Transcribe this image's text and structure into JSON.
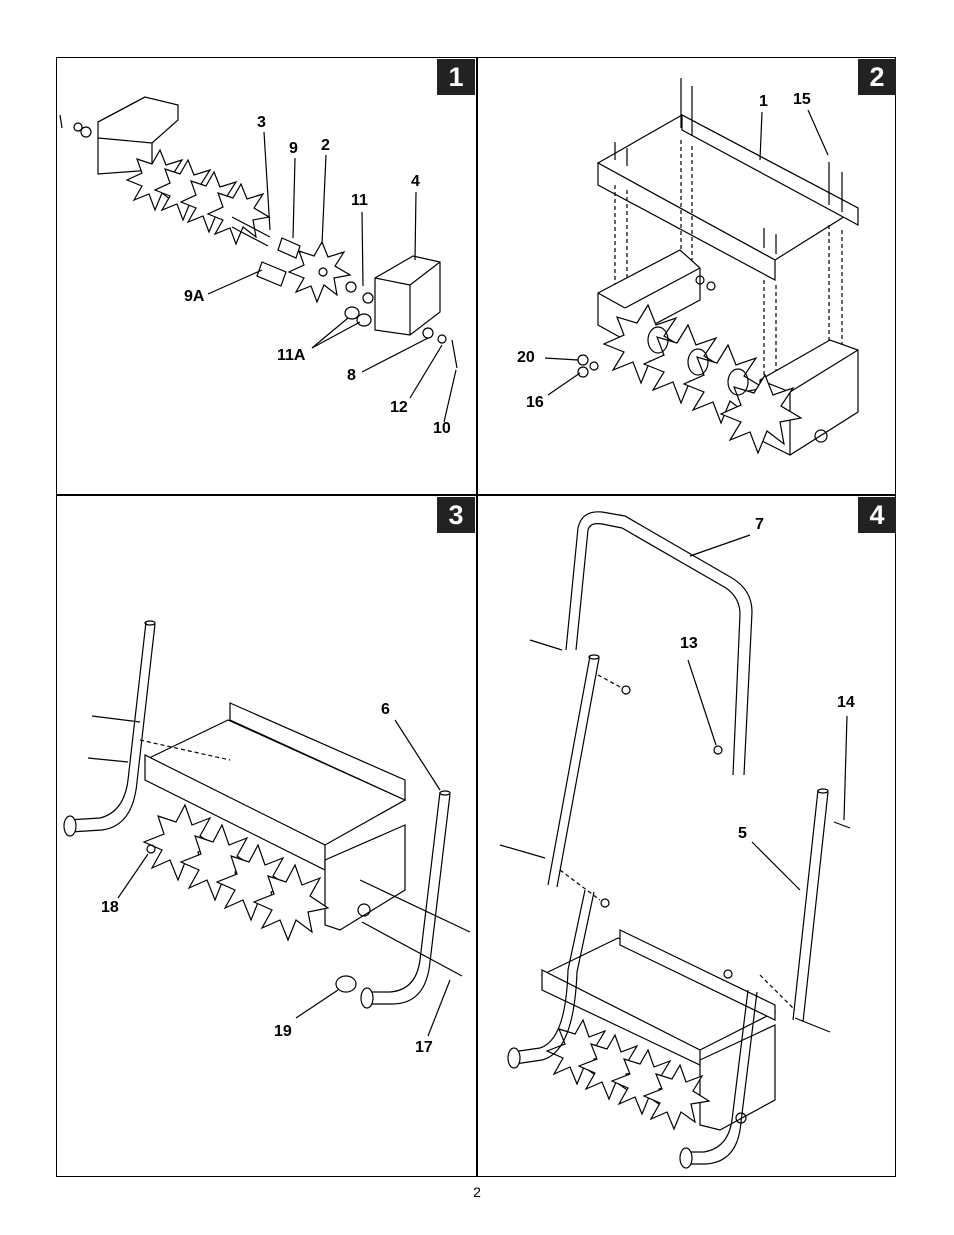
{
  "page": {
    "page_number": "2"
  },
  "steps": [
    {
      "badge": "1",
      "callouts": [
        "3",
        "9",
        "2",
        "11",
        "4",
        "9A",
        "11A",
        "8",
        "12",
        "10"
      ]
    },
    {
      "badge": "2",
      "callouts": [
        "1",
        "15",
        "20",
        "16"
      ]
    },
    {
      "badge": "3",
      "callouts": [
        "6",
        "18",
        "19",
        "17"
      ]
    },
    {
      "badge": "4",
      "callouts": [
        "7",
        "13",
        "14",
        "5"
      ]
    }
  ]
}
